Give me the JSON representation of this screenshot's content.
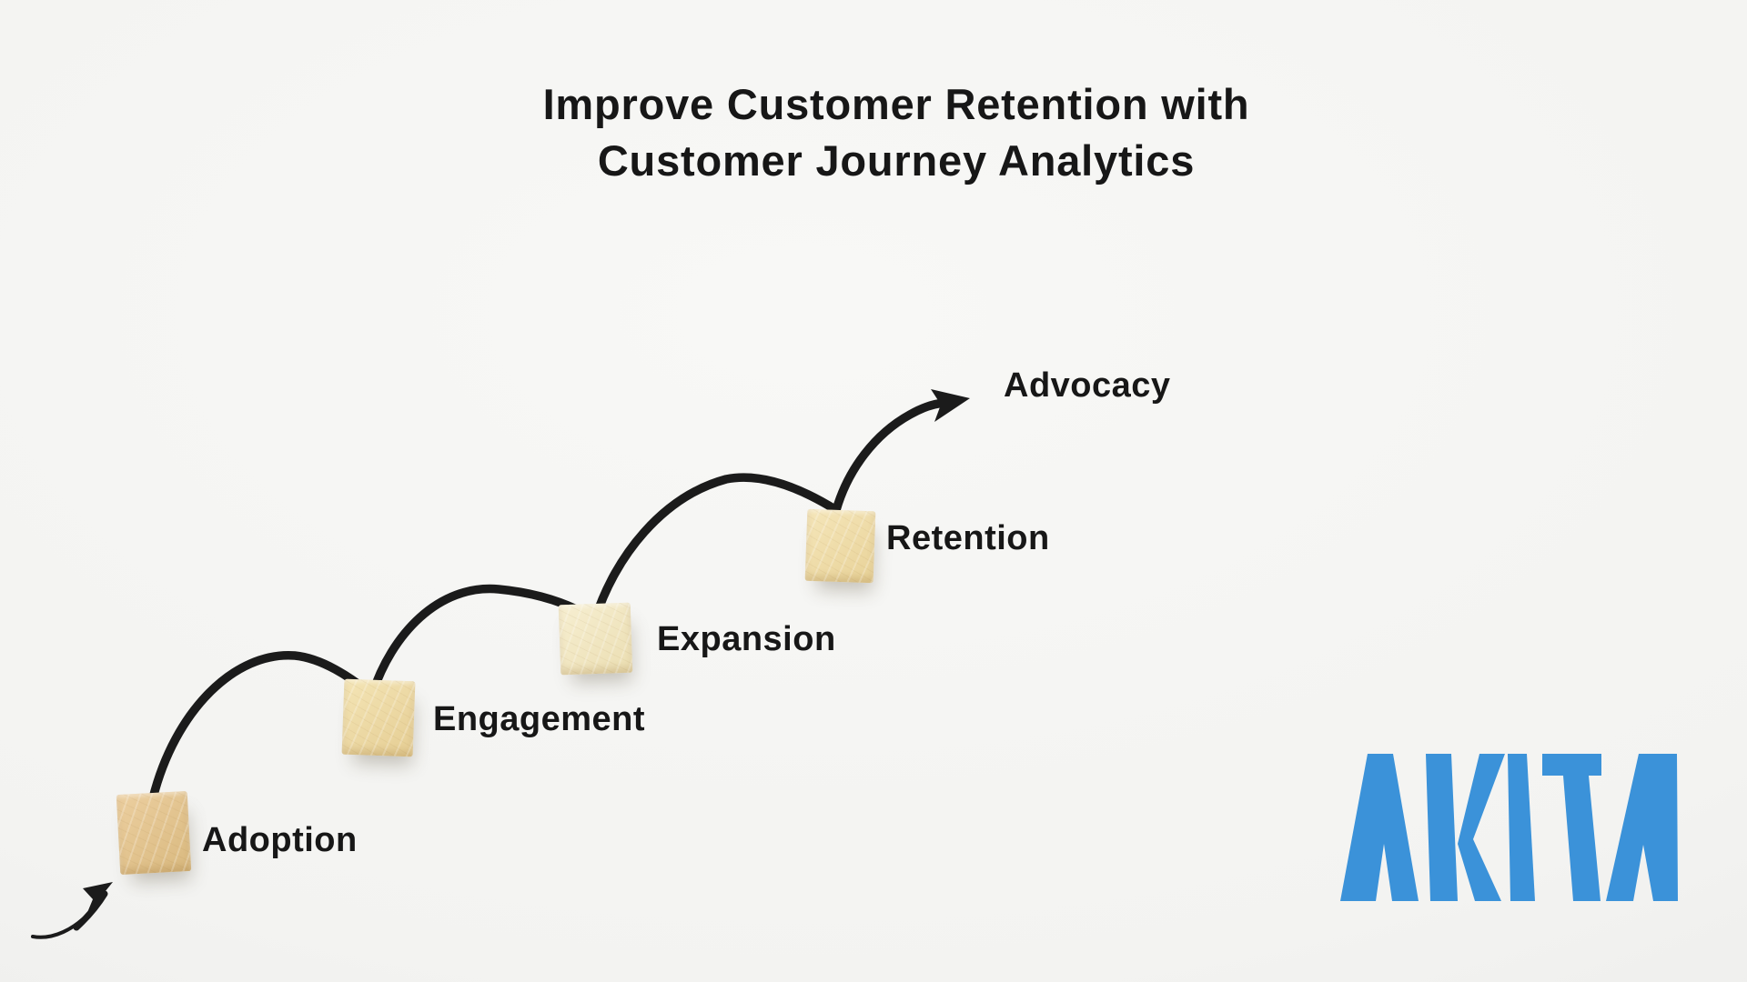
{
  "header": {
    "title_line1": "Improve Customer Retention with",
    "title_line2": "Customer Journey Analytics"
  },
  "journey": {
    "stages": [
      {
        "label": "Adoption",
        "has_block": true,
        "block_color_from": "#eccfa0",
        "block_color_to": "#d9b97f"
      },
      {
        "label": "Engagement",
        "has_block": true,
        "block_color_from": "#f4e5b6",
        "block_color_to": "#e5cd93"
      },
      {
        "label": "Expansion",
        "has_block": true,
        "block_color_from": "#f7efd2",
        "block_color_to": "#ebdeb2"
      },
      {
        "label": "Retention",
        "has_block": true,
        "block_color_from": "#f5e6ba",
        "block_color_to": "#e8d298"
      },
      {
        "label": "Advocacy",
        "has_block": false
      }
    ]
  },
  "logo": {
    "text": "AKITA",
    "color": "#3b92d9"
  },
  "colors": {
    "background": "#f3f3f1",
    "line": "#1b1b1b",
    "text": "#171717"
  }
}
